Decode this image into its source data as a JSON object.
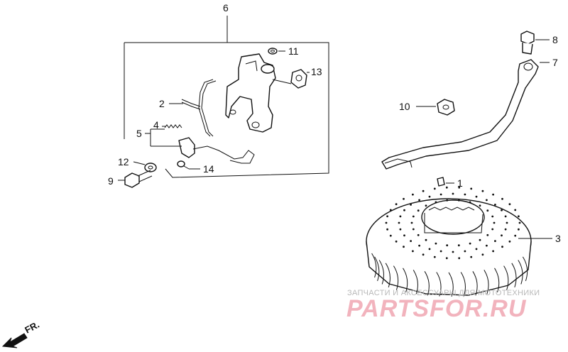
{
  "labels": {
    "p1": "1",
    "p2": "2",
    "p3": "3",
    "p4": "4",
    "p5": "5",
    "p6": "6",
    "p7": "7",
    "p8": "8",
    "p9": "9",
    "p10": "10",
    "p11": "11",
    "p12": "12",
    "p13": "13",
    "p14": "14"
  },
  "direction": {
    "text": "FR."
  },
  "watermark": {
    "subtitle": "ЗАПЧАСТИ И АКСЕССУАРЫ ДЛЯ МОТОТЕХНИКИ",
    "logo": "PARTSFOR.RU"
  },
  "colors": {
    "line": "#111111",
    "watermark_logo": "#f2b3bd",
    "watermark_text": "#b8b8b8"
  }
}
